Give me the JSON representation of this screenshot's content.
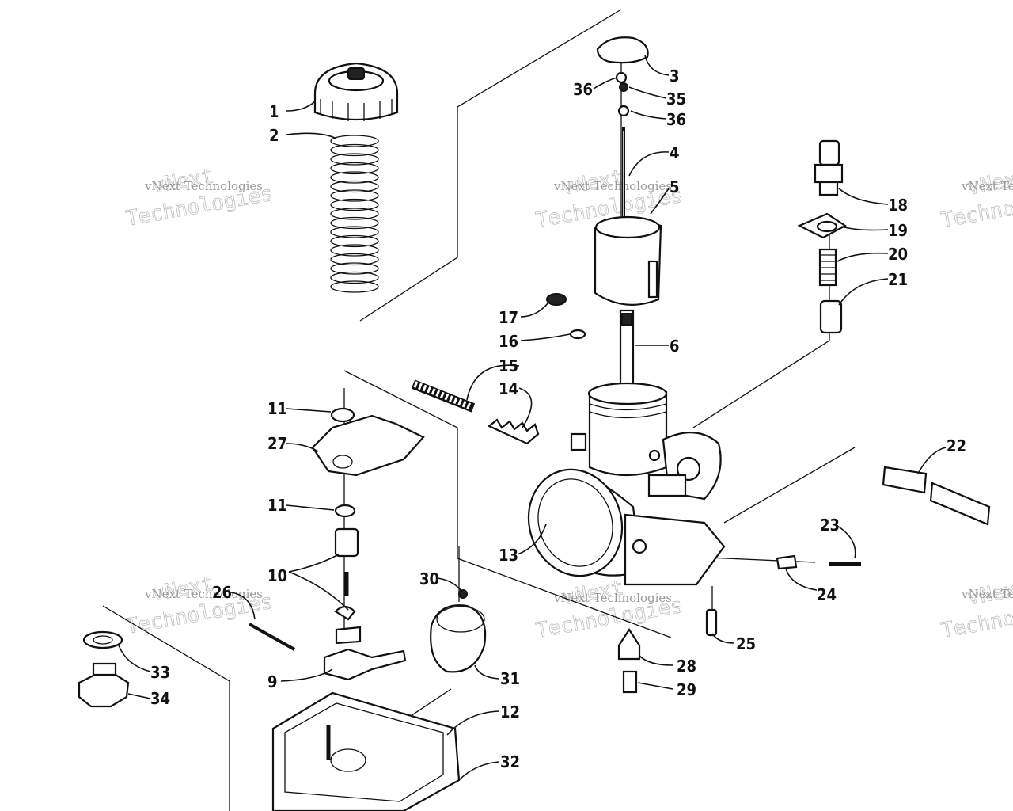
{
  "watermark": {
    "brand_line": "vNext Technologies",
    "word_big": "Technologies",
    "word_top": "vNext"
  },
  "callouts": [
    "1",
    "2",
    "3",
    "36",
    "35",
    "36",
    "4",
    "5",
    "18",
    "19",
    "20",
    "21",
    "17",
    "16",
    "6",
    "15",
    "14",
    "11",
    "27",
    "11",
    "22",
    "10",
    "23",
    "13",
    "24",
    "30",
    "26",
    "25",
    "28",
    "33",
    "9",
    "31",
    "34",
    "29",
    "12",
    "32"
  ]
}
